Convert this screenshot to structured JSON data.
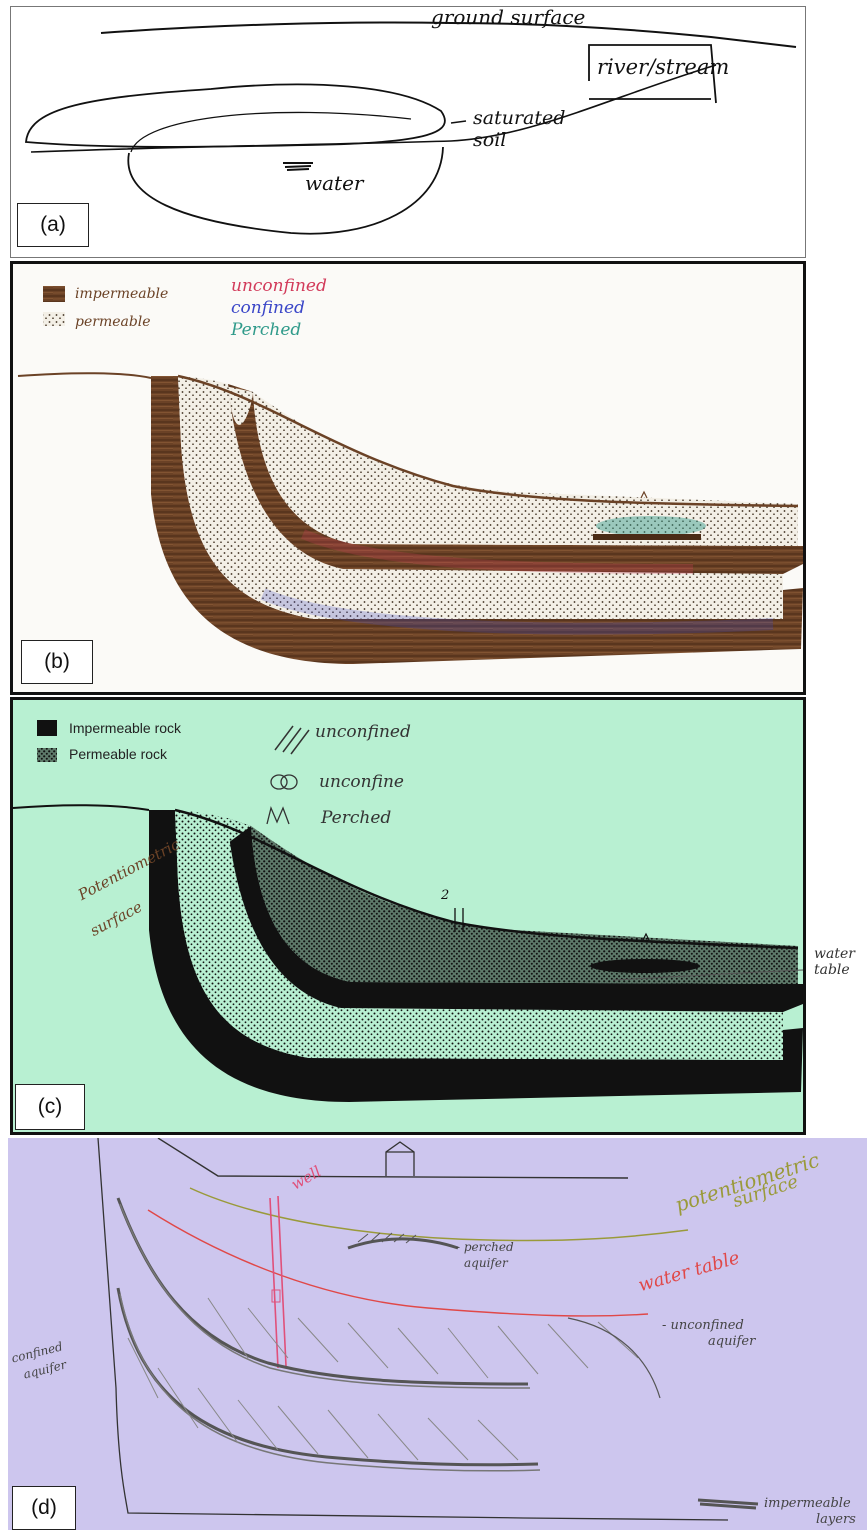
{
  "panels": {
    "a": {
      "tag": "(a)",
      "labels": {
        "ground_surface": "ground surface",
        "river_stream": "river/stream",
        "saturated_1": "saturated",
        "saturated_2": "soil",
        "water": "water"
      }
    },
    "b": {
      "tag": "(b)",
      "legend": {
        "impermeable": "impermeable",
        "permeable": "permeable"
      },
      "key": {
        "unconfined": "unconfined",
        "confined": "confined",
        "perched": "Perched"
      },
      "colors": {
        "impermeable": "#6b4226",
        "unconfined": "#d23a5a",
        "confined": "#3a46c8",
        "perched": "#2f9a8a"
      }
    },
    "c": {
      "tag": "(c)",
      "background": "#b8f0d2",
      "legend": {
        "impermeable": "Impermeable rock",
        "permeable": "Permeable rock"
      },
      "key": {
        "k1": "unconfined",
        "k2": "unconfine",
        "k3": "Perched"
      },
      "labels": {
        "pot_1": "Potentiometric",
        "pot_2": "surface",
        "water_1": "water",
        "water_2": "table",
        "marker": "2"
      }
    },
    "d": {
      "tag": "(d)",
      "background": "#cdc6ee",
      "labels": {
        "well": "well",
        "pot_1": "potentiometric",
        "pot_2": "surface",
        "perched_1": "- perched",
        "perched_2": "aquifer",
        "water_table": "water table",
        "unconf_1": "- unconfined",
        "unconf_2": "aquifer",
        "conf_1": "confined",
        "conf_2": "aquifer",
        "imp_1": "impermeable",
        "imp_2": "layers"
      },
      "colors": {
        "well": "#e0507a",
        "potentiometric": "#9a9a3a",
        "water_table": "#e04848"
      }
    }
  }
}
